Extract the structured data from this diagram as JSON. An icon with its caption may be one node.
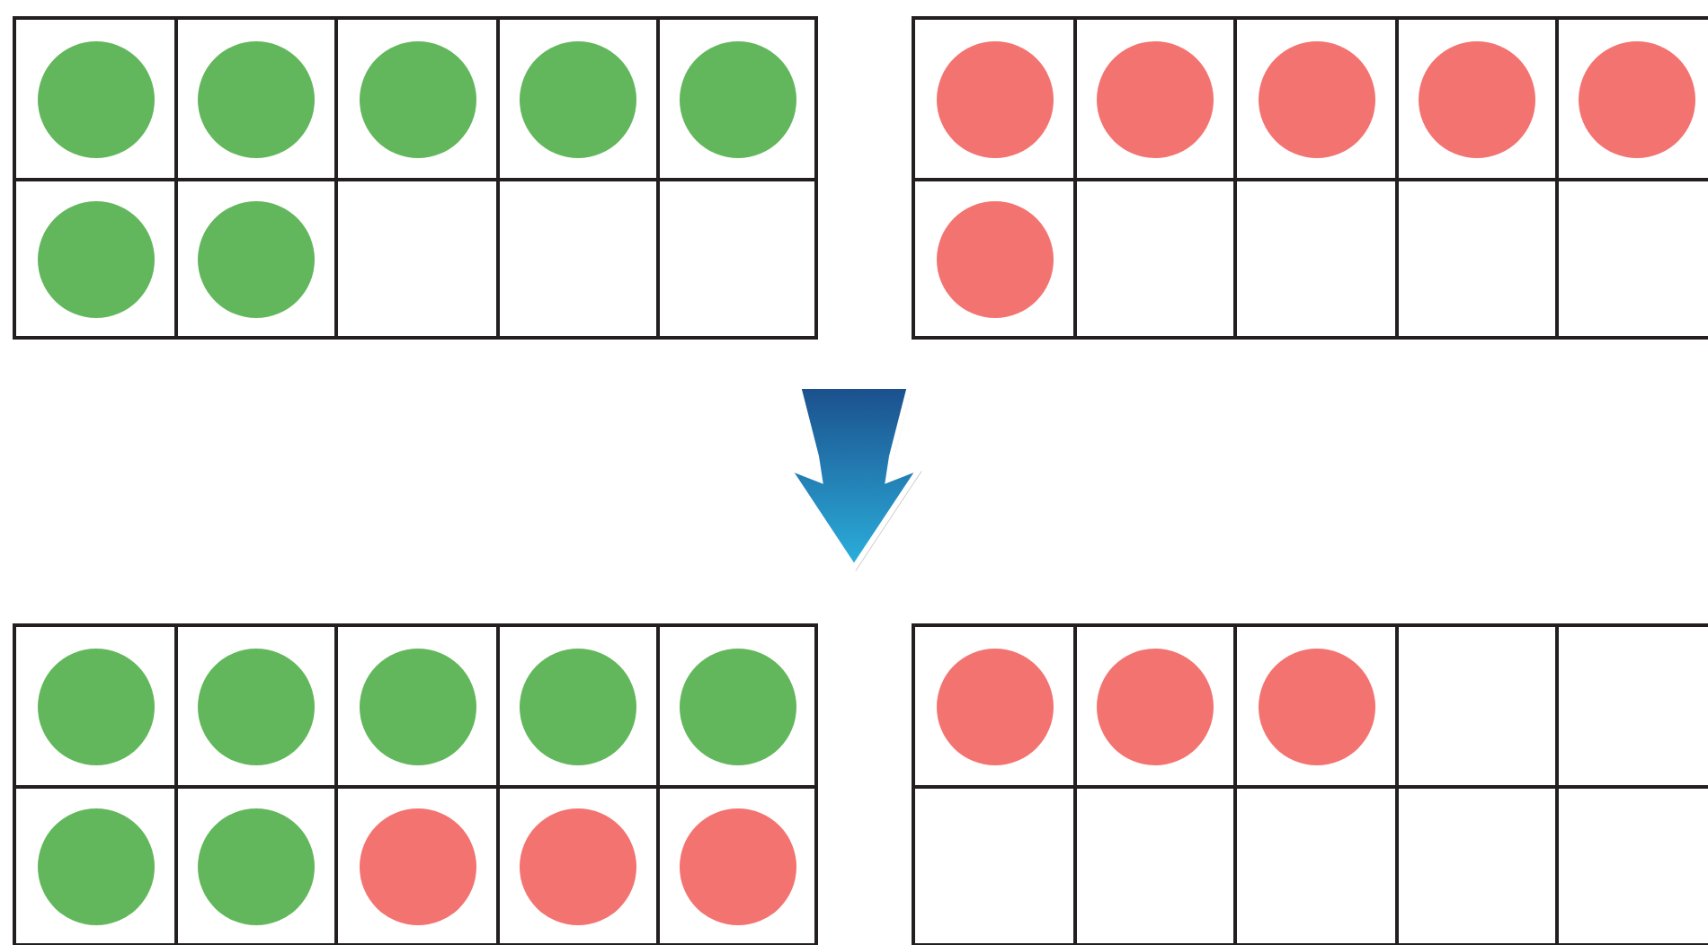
{
  "diagram": {
    "nodes": [
      {
        "text": [],
        "shape": "grid"
      },
      {
        "text": [],
        "shape": "circle",
        "in": 0
      },
      {
        "text": [],
        "shape": "circle",
        "in": 0
      },
      {
        "text": [],
        "shape": "circle",
        "in": 0
      },
      {
        "text": [],
        "shape": "circle",
        "in": 0
      },
      {
        "text": [],
        "shape": "circle",
        "in": 0
      },
      {
        "text": [],
        "shape": "circle",
        "in": 0
      },
      {
        "text": [],
        "shape": "circle",
        "in": 0
      },
      {
        "text": [],
        "shape": "grid"
      },
      {
        "text": [],
        "shape": "circle",
        "in": 8
      },
      {
        "text": [],
        "shape": "circle",
        "in": 8
      },
      {
        "text": [],
        "shape": "circle",
        "in": 8
      },
      {
        "text": [],
        "shape": "circle",
        "in": 8
      },
      {
        "text": [],
        "shape": "circle",
        "in": 8
      },
      {
        "text": [],
        "shape": "circle",
        "in": 8
      },
      {
        "text": [],
        "shape": "grid"
      },
      {
        "text": [],
        "shape": "circle",
        "in": 15
      },
      {
        "text": [],
        "shape": "circle",
        "in": 15
      },
      {
        "text": [],
        "shape": "circle",
        "in": 15
      },
      {
        "text": [],
        "shape": "circle",
        "in": 15
      },
      {
        "text": [],
        "shape": "circle",
        "in": 15
      },
      {
        "text": [],
        "shape": "circle",
        "in": 15
      },
      {
        "text": [],
        "shape": "circle",
        "in": 15
      },
      {
        "text": [],
        "shape": "circle",
        "in": 15
      },
      {
        "text": [],
        "shape": "circle",
        "in": 15
      },
      {
        "text": [],
        "shape": "circle",
        "in": 15
      },
      {
        "text": [],
        "shape": "grid"
      },
      {
        "text": [],
        "shape": "circle",
        "in": 26
      },
      {
        "text": [],
        "shape": "circle",
        "in": 26
      },
      {
        "text": [],
        "shape": "circle",
        "in": 26
      }
    ]
  }
}
